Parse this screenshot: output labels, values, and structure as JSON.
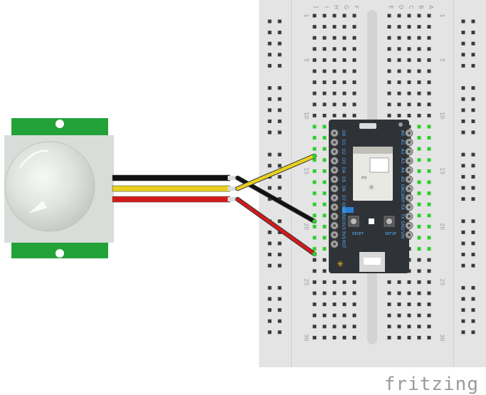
{
  "brand": "fritzing",
  "breadboard": {
    "row_labels": [
      "1",
      "5",
      "10",
      "15",
      "20",
      "25",
      "30"
    ],
    "col_labels_left": [
      "J",
      "I",
      "H",
      "G",
      "F"
    ],
    "col_labels_right": [
      "E",
      "D",
      "C",
      "B",
      "A"
    ]
  },
  "board": {
    "pins_left": [
      "D0",
      "D1",
      "D2",
      "D3",
      "D4",
      "D5",
      "D6",
      "D7",
      "GND",
      "GND",
      "3V3",
      "3V3",
      "RST"
    ],
    "pins_right": [
      "A0",
      "A1",
      "A2",
      "A3",
      "A4",
      "A5",
      "DAC",
      "WKP",
      "RX",
      "TX",
      "GND",
      "VIN"
    ],
    "button_labels": [
      "RESET",
      "SETUP"
    ],
    "module_mark": "P0"
  },
  "wires": [
    {
      "name": "black",
      "color": "#111111"
    },
    {
      "name": "yellow",
      "color": "#e8d01f"
    },
    {
      "name": "red",
      "color": "#d31a1a"
    }
  ],
  "colors": {
    "breadboard": "#e4e4e4",
    "sensor_pcb": "#23a23a",
    "board": "#2f3236",
    "active_hole": "#2ecc2e"
  }
}
